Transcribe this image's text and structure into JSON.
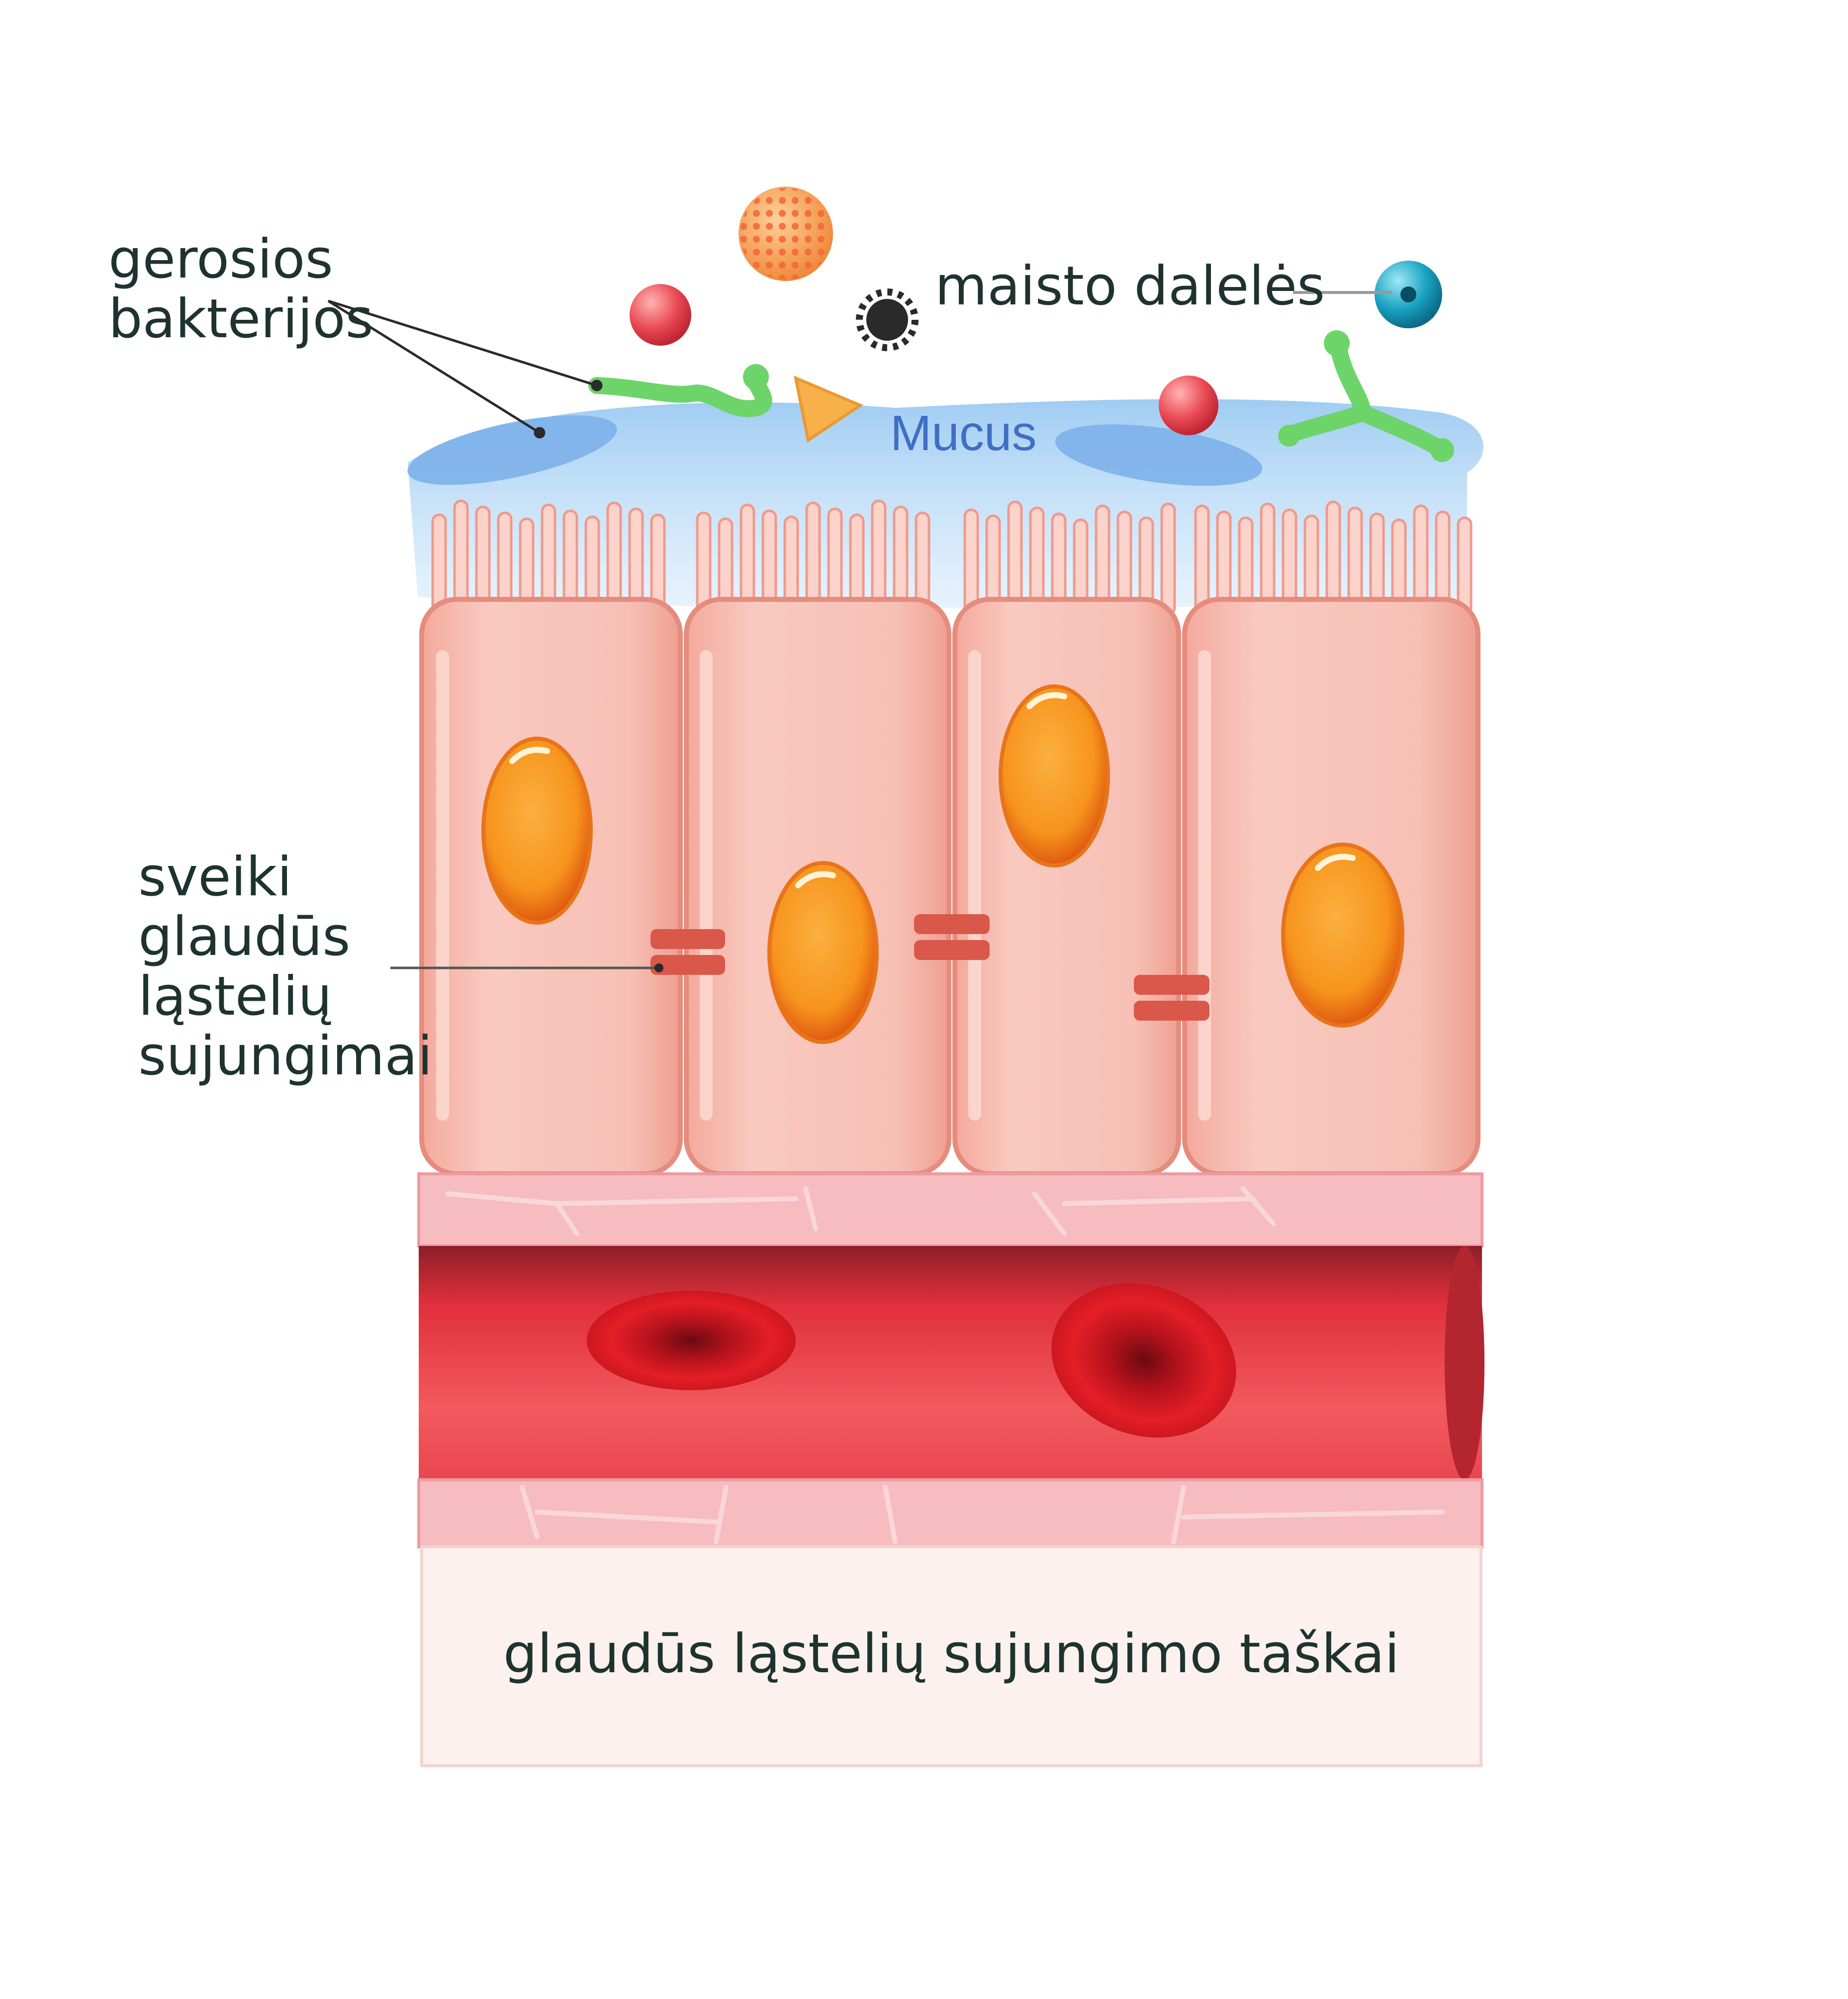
{
  "labels": {
    "good_bacteria_line1": "gerosios",
    "good_bacteria_line2": "bakterijos",
    "food_particles": "maisto dalelės",
    "mucus": "Mucus",
    "tight_junctions_line1": "sveiki",
    "tight_junctions_line2": "glaudūs",
    "tight_junctions_line3": "ląstelių",
    "tight_junctions_line4": "sujungimai",
    "caption": "glaudūs ląstelių sujungimo taškai"
  },
  "colors": {
    "cell_fill": "#f7bfb4",
    "nucleus": "#f7941d",
    "mucus": "#a8d1f2",
    "blood": "#e8202a",
    "junction": "#d9584a",
    "bacteria": "#6dd46a",
    "text": "#1e3330"
  }
}
